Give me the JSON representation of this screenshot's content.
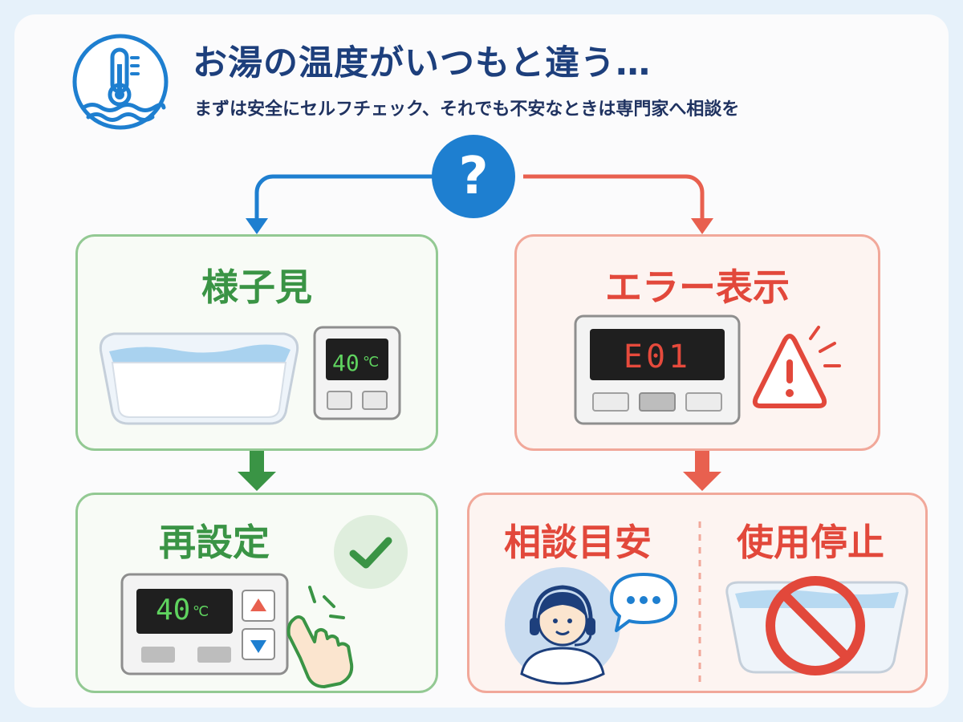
{
  "header": {
    "title": "お湯の温度がいつもと違う…",
    "subtitle": "まずは安全にセルフチェック、それでも不安なときは専門家へ相談を",
    "icon": "thermometer-water-icon"
  },
  "center": {
    "symbol": "?"
  },
  "left_branch": {
    "heading": "様子見",
    "display_value": "40",
    "display_unit": "℃"
  },
  "left_result": {
    "heading": "再設定",
    "display_value": "40",
    "display_unit": "℃"
  },
  "right_branch": {
    "heading": "エラー表示",
    "display_value": "E01"
  },
  "right_result": {
    "consult_heading": "相談目安",
    "stop_heading": "使用停止"
  },
  "colors": {
    "blue": "#1e7fd0",
    "green": "#3a9445",
    "red": "#e2483b",
    "navy": "#1d3f7c"
  }
}
